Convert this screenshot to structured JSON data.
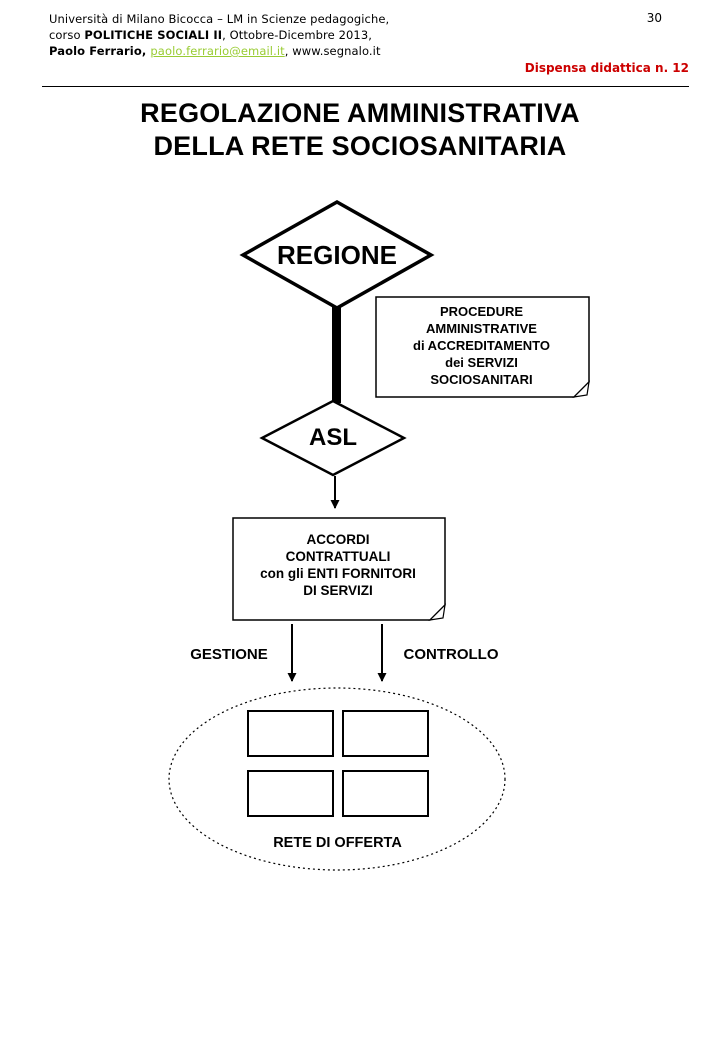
{
  "header": {
    "line1": "Università di Milano Bicocca – LM in Scienze pedagogiche,",
    "line2_prefix": "corso ",
    "line2_bold": "POLITICHE SOCIALI II",
    "line2_suffix": ", Ottobre-Dicembre 2013,",
    "line3_bold": "Paolo Ferrario, ",
    "line3_link": "paolo.ferrario@email.it",
    "line3_suffix": ", www.segnalo.it",
    "page_number": "30",
    "dispensa_label": "Dispensa didattica n. 12"
  },
  "colors": {
    "dispensa_red": "#cc0000",
    "email_link_green": "#99cc33",
    "diagram_stroke": "#000000",
    "page_background": "#ffffff"
  },
  "title": "REGOLAZIONE AMMINISTRATIVA\nDELLA RETE SOCIOSANITARIA",
  "diagram": {
    "regione_label": "REGIONE",
    "procedure_note": "PROCEDURE\nAMMINISTRATIVE\ndi ACCREDITAMENTO\ndei  SERVIZI\nSOCIOSANITARI",
    "asl_label": "ASL",
    "accordi_note": "ACCORDI\nCONTRATTUALI\ncon gli ENTI FORNITORI\nDI SERVIZI",
    "gestione_label": "GESTIONE",
    "controllo_label": "CONTROLLO",
    "rete_label": "RETE DI OFFERTA"
  }
}
